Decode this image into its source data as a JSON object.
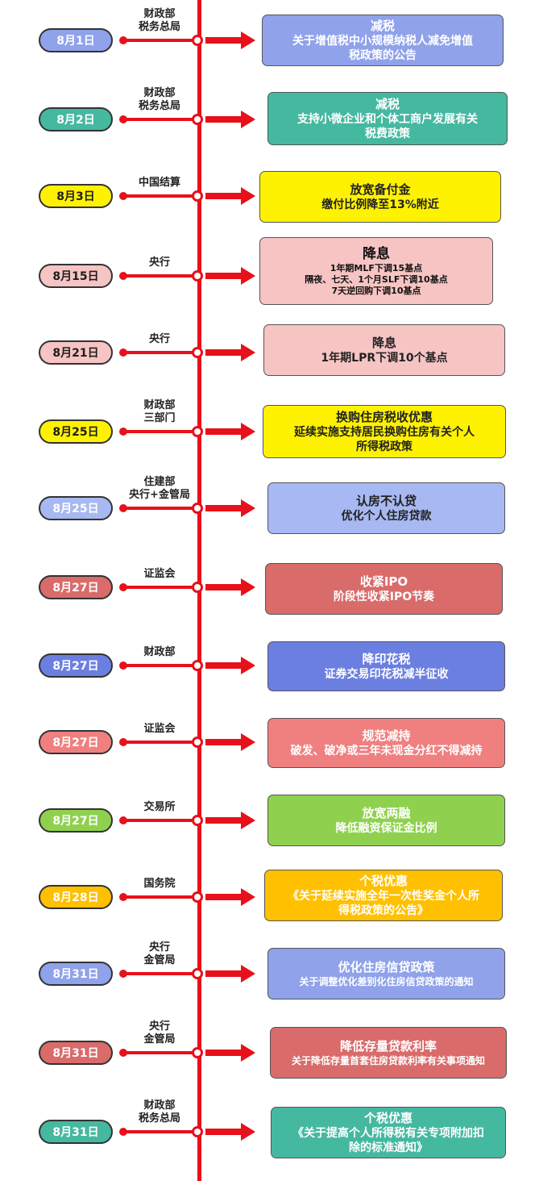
{
  "events": [
    {
      "date": "8月1日",
      "agency": [
        "财政部",
        "税务总局"
      ],
      "title": "减税",
      "lines": [
        "关于增值税中小规模纳税人减免增值",
        "税政策的公告"
      ],
      "pill_color": "#8fa2ea",
      "box_color": "#8fa2ea",
      "box_text": "#ffffff"
    },
    {
      "date": "8月2日",
      "agency": [
        "财政部",
        "税务总局"
      ],
      "title": "减税",
      "lines": [
        "支持小微企业和个体工商户发展有关",
        "税费政策"
      ],
      "pill_color": "#45b8a0",
      "box_color": "#45b8a0",
      "box_text": "#ffffff"
    },
    {
      "date": "8月3日",
      "agency": [
        "中国结算"
      ],
      "title": "放宽备付金",
      "lines": [
        "缴付比例降至13%附近"
      ],
      "pill_color": "#fff200",
      "box_color": "#fff200",
      "box_text": "#222222"
    },
    {
      "date": "8月15日",
      "agency": [
        "央行"
      ],
      "title": "降息",
      "lines": [
        "1年期MLF下调15基点",
        "隔夜、七天、1个月SLF下调10基点",
        "7天逆回购下调10基点"
      ],
      "pill_color": "#f7c4c4",
      "box_color": "#f7c4c4",
      "box_text": "#111111"
    },
    {
      "date": "8月21日",
      "agency": [
        "央行"
      ],
      "title": "降息",
      "lines": [
        "1年期LPR下调10个基点"
      ],
      "pill_color": "#f7c4c4",
      "box_color": "#f7c4c4",
      "box_text": "#222222"
    },
    {
      "date": "8月25日",
      "agency": [
        "财政部",
        "三部门"
      ],
      "title": "换购住房税收优惠",
      "lines": [
        "延续实施支持居民换购住房有关个人",
        "所得税政策"
      ],
      "pill_color": "#fff200",
      "box_color": "#fff200",
      "box_text": "#222222"
    },
    {
      "date": "8月25日",
      "agency": [
        "住建部",
        "央行+金管局"
      ],
      "title": "认房不认贷",
      "lines": [
        "优化个人住房贷款"
      ],
      "pill_color": "#a7b8f2",
      "box_color": "#a7b8f2",
      "box_text": "#222222"
    },
    {
      "date": "8月27日",
      "agency": [
        "证监会"
      ],
      "title": "收紧IPO",
      "lines": [
        "阶段性收紧IPO节奏"
      ],
      "pill_color": "#d96b6b",
      "box_color": "#d96b6b",
      "box_text": "#ffffff"
    },
    {
      "date": "8月27日",
      "agency": [
        "财政部"
      ],
      "title": "降印花税",
      "lines": [
        "证券交易印花税减半征收"
      ],
      "pill_color": "#6b7fe0",
      "box_color": "#6b7fe0",
      "box_text": "#ffffff"
    },
    {
      "date": "8月27日",
      "agency": [
        "证监会"
      ],
      "title": "规范减持",
      "lines": [
        "破发、破净或三年未现金分红不得减持"
      ],
      "pill_color": "#f08080",
      "box_color": "#f08080",
      "box_text": "#ffffff"
    },
    {
      "date": "8月27日",
      "agency": [
        "交易所"
      ],
      "title": "放宽两融",
      "lines": [
        "降低融资保证金比例"
      ],
      "pill_color": "#8fd14f",
      "box_color": "#8fd14f",
      "box_text": "#ffffff"
    },
    {
      "date": "8月28日",
      "agency": [
        "国务院"
      ],
      "title": "个税优惠",
      "lines": [
        "《关于延续实施全年一次性奖金个人所",
        "得税政策的公告》"
      ],
      "pill_color": "#ffc000",
      "box_color": "#ffc000",
      "box_text": "#ffffff"
    },
    {
      "date": "8月31日",
      "agency": [
        "央行",
        "金管局"
      ],
      "title": "优化住房信贷政策",
      "lines": [
        "关于调整优化差别化住房信贷政策的通知"
      ],
      "pill_color": "#8fa2ea",
      "box_color": "#8fa2ea",
      "box_text": "#ffffff"
    },
    {
      "date": "8月31日",
      "agency": [
        "央行",
        "金管局"
      ],
      "title": "降低存量贷款利率",
      "lines": [
        "关于降低存量首套住房贷款利率有关事项通知"
      ],
      "pill_color": "#d96b6b",
      "box_color": "#d96b6b",
      "box_text": "#ffffff"
    },
    {
      "date": "8月31日",
      "agency": [
        "财政部",
        "税务总局"
      ],
      "title": "个税优惠",
      "lines": [
        "《关于提高个人所得税有关专项附加扣",
        "除的标准通知》"
      ],
      "pill_color": "#45b8a0",
      "box_color": "#45b8a0",
      "box_text": "#ffffff"
    }
  ],
  "colors": {
    "timeline": "#e8101a"
  }
}
